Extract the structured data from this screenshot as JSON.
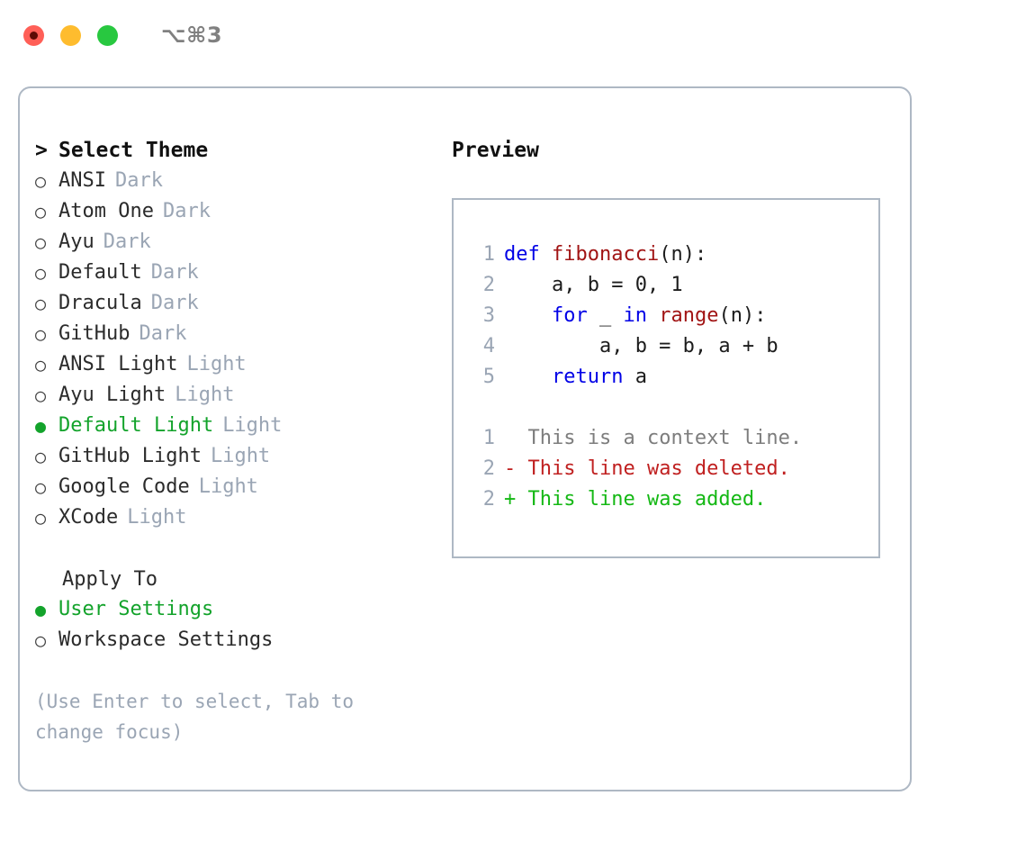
{
  "titlebar": {
    "shortcut": "⌥⌘3",
    "buttons": [
      {
        "name": "close",
        "color": "#ff5f57"
      },
      {
        "name": "minimize",
        "color": "#febc2e"
      },
      {
        "name": "maximize",
        "color": "#28c840"
      }
    ]
  },
  "theme_picker": {
    "prompt": ">",
    "header": "Select Theme",
    "bullet_empty": "○",
    "bullet_filled": "●",
    "items": [
      {
        "label": "ANSI",
        "badge": "Dark",
        "selected": false
      },
      {
        "label": "Atom One",
        "badge": "Dark",
        "selected": false
      },
      {
        "label": "Ayu",
        "badge": "Dark",
        "selected": false
      },
      {
        "label": "Default",
        "badge": "Dark",
        "selected": false
      },
      {
        "label": "Dracula",
        "badge": "Dark",
        "selected": false
      },
      {
        "label": "GitHub",
        "badge": "Dark",
        "selected": false
      },
      {
        "label": "ANSI Light",
        "badge": "Light",
        "selected": false
      },
      {
        "label": "Ayu Light",
        "badge": "Light",
        "selected": false
      },
      {
        "label": "Default Light",
        "badge": "Light",
        "selected": true
      },
      {
        "label": "GitHub Light",
        "badge": "Light",
        "selected": false
      },
      {
        "label": "Google Code",
        "badge": "Light",
        "selected": false
      },
      {
        "label": "XCode",
        "badge": "Light",
        "selected": false
      }
    ]
  },
  "apply_to": {
    "header": "Apply To",
    "options": [
      {
        "label": "User Settings",
        "selected": true
      },
      {
        "label": "Workspace Settings",
        "selected": false
      }
    ]
  },
  "hint": "(Use Enter to select, Tab to change focus)",
  "preview": {
    "title": "Preview",
    "code_lines": [
      {
        "num": "1",
        "tokens": [
          {
            "text": "def ",
            "kind": "kw"
          },
          {
            "text": "fibonacci",
            "kind": "fn"
          },
          {
            "text": "(n):",
            "kind": "plain"
          }
        ]
      },
      {
        "num": "2",
        "tokens": [
          {
            "text": "    a, b = 0, 1",
            "kind": "plain"
          }
        ]
      },
      {
        "num": "3",
        "tokens": [
          {
            "text": "    ",
            "kind": "plain"
          },
          {
            "text": "for",
            "kind": "kw"
          },
          {
            "text": " _ ",
            "kind": "plain"
          },
          {
            "text": "in",
            "kind": "kw"
          },
          {
            "text": " ",
            "kind": "plain"
          },
          {
            "text": "range",
            "kind": "fn"
          },
          {
            "text": "(n):",
            "kind": "plain"
          }
        ]
      },
      {
        "num": "4",
        "tokens": [
          {
            "text": "        a, b = b, a + b",
            "kind": "plain"
          }
        ]
      },
      {
        "num": "5",
        "tokens": [
          {
            "text": "    ",
            "kind": "plain"
          },
          {
            "text": "return",
            "kind": "kw"
          },
          {
            "text": " a",
            "kind": "plain"
          }
        ]
      }
    ],
    "diff_lines": [
      {
        "num": "1",
        "marker": "  ",
        "text": "This is a context line.",
        "kind": "ctx"
      },
      {
        "num": "2",
        "marker": "- ",
        "text": "This line was deleted.",
        "kind": "del"
      },
      {
        "num": "2",
        "marker": "+ ",
        "text": "This line was added.",
        "kind": "add"
      }
    ]
  },
  "colors": {
    "accent_green": "#13a32b",
    "muted": "#9aa5b4",
    "border": "#aeb8c4",
    "keyword_blue": "#0000e6",
    "function_red": "#a11414",
    "diff_delete": "#c02020",
    "diff_add": "#14b814"
  }
}
